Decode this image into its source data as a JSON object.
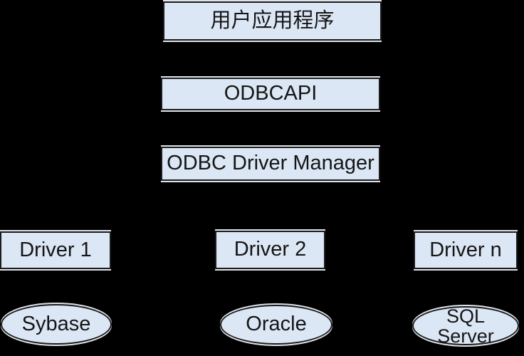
{
  "colors": {
    "background": "#000000",
    "node_fill": "#dce7f5",
    "node_border": "#1c1c1c",
    "node_text": "#151515",
    "edge_highlight": "#f2f6fb"
  },
  "nodes": {
    "user_app": {
      "label": "用户应用程序"
    },
    "odbc_api": {
      "label": "ODBCAPI"
    },
    "driver_manager": {
      "label": "ODBC Driver Manager"
    },
    "driver_1": {
      "label": "Driver 1"
    },
    "driver_2": {
      "label": "Driver 2"
    },
    "driver_n": {
      "label": "Driver n"
    },
    "db_sybase": {
      "label": "Sybase"
    },
    "db_oracle": {
      "label": "Oracle"
    },
    "db_sql_server": {
      "label": "SQL\nServer"
    }
  }
}
